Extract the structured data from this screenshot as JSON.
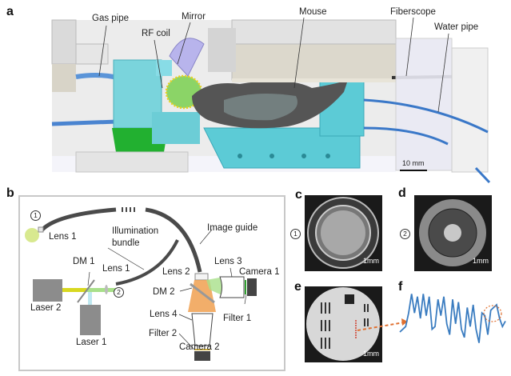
{
  "panels": {
    "a": {
      "letter": "a",
      "labels": {
        "gas_pipe": "Gas pipe",
        "rf_coil": "RF coil",
        "mirror": "Mirror",
        "mouse": "Mouse",
        "fiberscope": "Fiberscope",
        "water_pipe": "Water pipe"
      },
      "scale_bar": "10 mm"
    },
    "b": {
      "letter": "b",
      "markers": {
        "one": "1",
        "two": "2"
      },
      "labels": {
        "lens1_top": "Lens 1",
        "illumination_bundle_line1": "Illumination",
        "illumination_bundle_line2": "bundle",
        "image_guide": "Image guide",
        "dm1": "DM 1",
        "lens1_bottom": "Lens 1",
        "lens2": "Lens 2",
        "lens3": "Lens 3",
        "camera1": "Camera 1",
        "laser2": "Laser 2",
        "dm2": "DM 2",
        "lens4": "Lens 4",
        "filter1": "Filter 1",
        "laser1": "Laser 1",
        "filter2": "Filter 2",
        "camera2": "Camera 2"
      }
    },
    "c": {
      "letter": "c",
      "marker": "1",
      "scale_bar": "1mm"
    },
    "d": {
      "letter": "d",
      "marker": "2",
      "scale_bar": "1mm"
    },
    "e": {
      "letter": "e",
      "scale_bar": "1mm"
    },
    "f": {
      "letter": "f"
    }
  },
  "colors": {
    "panel_border": "#c8c8c8",
    "fiber": "#4a4a4a",
    "laser_box": "#8c8c8c",
    "green_beam": "#a8e08a",
    "yellow_beam": "#d8d820",
    "cyan_beam": "#bfe8f0",
    "orange_beam": "#f0a050",
    "signal_blue": "#3a7cc0",
    "arrow_orange": "#e07030",
    "cyan_housing": "#5ccbd6",
    "pipe_blue": "#3a78c8"
  }
}
